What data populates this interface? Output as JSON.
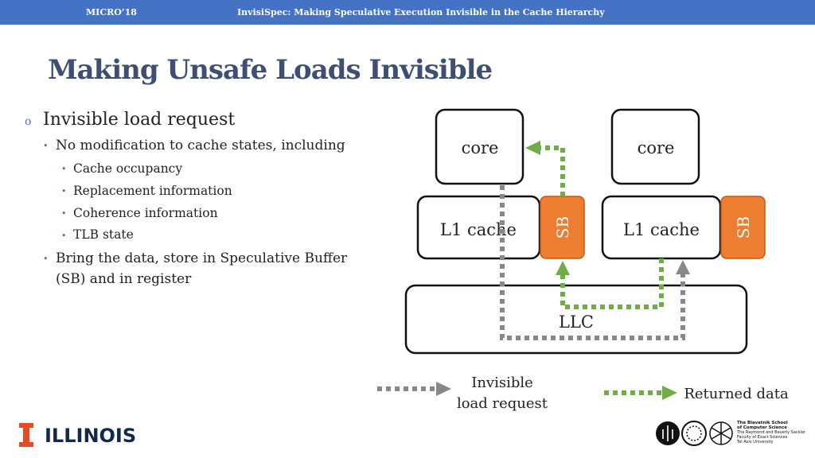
{
  "header": {
    "conference": "MICRO’18",
    "paper_title": "InvisiSpec: Making Speculative Execution Invisible in the Cache Hierarchy"
  },
  "slide": {
    "title": "Making Unsafe Loads Invisible",
    "bullets": {
      "main": "Invisible load request",
      "sub1": "No modification to cache states, including",
      "sub1_items": [
        "Cache occupancy",
        "Replacement information",
        "Coherence information",
        "TLB state"
      ],
      "sub2_line1": "Bring the data, store in Speculative Buffer",
      "sub2_line2": "(SB) and in register"
    }
  },
  "diagram": {
    "core_left": "core",
    "core_right": "core",
    "l1_left": "L1 cache",
    "l1_right": "L1 cache",
    "sb_left": "SB",
    "sb_right": "SB",
    "llc": "LLC",
    "colors": {
      "gray_arrow": "#888888",
      "green_arrow": "#70AD47",
      "sb_fill": "#ED7D31",
      "sb_border": "#C55A11"
    }
  },
  "legend": {
    "invisible_line1": "Invisible",
    "invisible_line2": "load request",
    "returned": "Returned data"
  },
  "footer": {
    "university": "ILLINOIS",
    "tau_lines": [
      "The Blavatnik School",
      "of Computer Science",
      "The Raymond and Beverly Sackler",
      "Faculty of Exact Sciences",
      "Tel Aviv University"
    ]
  }
}
